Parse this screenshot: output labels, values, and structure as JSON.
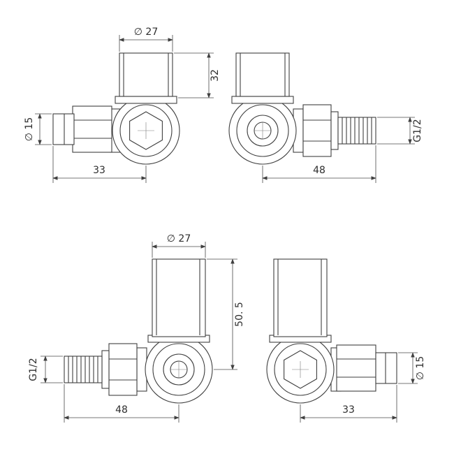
{
  "drawing": {
    "title": "corner-radiator-valve-technical-drawing",
    "background_color": "#ffffff",
    "line_color": "#3f3f3f",
    "text_color": "#2e2e2e",
    "views": {
      "top_left": {
        "cap_diameter": "∅ 27",
        "cap_height": "32",
        "pipe_diameter": "∅ 15",
        "length": "33"
      },
      "top_right": {
        "thread_size": "G1/2",
        "length": "48"
      },
      "bottom_left": {
        "cap_diameter": "∅ 27",
        "cap_height": "50. 5",
        "thread_size": "G1/2",
        "length": "48"
      },
      "bottom_right": {
        "pipe_diameter": "∅ 15",
        "length": "33"
      }
    }
  }
}
